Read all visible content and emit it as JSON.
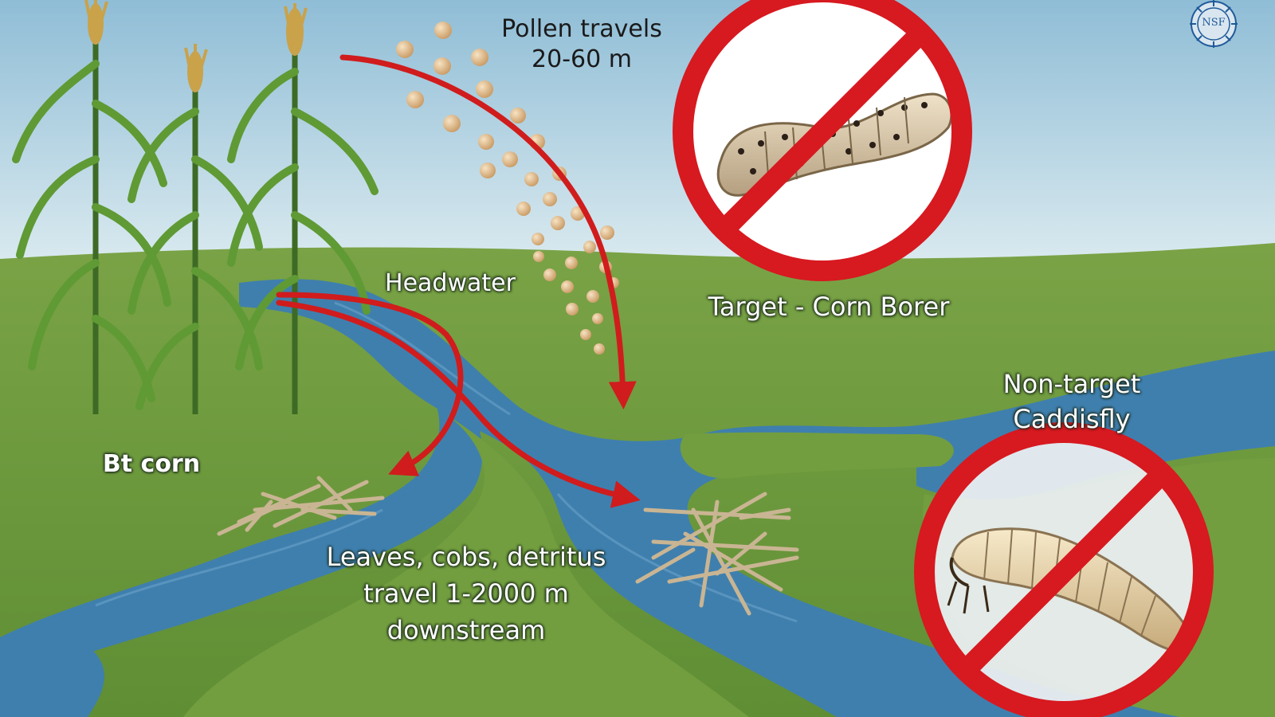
{
  "labels": {
    "pollen_line1": "Pollen travels",
    "pollen_line2": "20-60 m",
    "headwater": "Headwater",
    "target": "Target - Corn Borer",
    "nontarget_line1": "Non-target",
    "nontarget_line2": "Caddisfly",
    "bt_corn": "Bt corn",
    "leaves_line1": "Leaves, cobs, detritus",
    "leaves_line2": "travel 1-2000 m",
    "leaves_line3": "downstream"
  },
  "logo": {
    "text": "NSF"
  },
  "icons": [
    "corn-plant-icon",
    "pollen-icon",
    "arrow-icon",
    "corn-borer-larva-icon",
    "caddisfly-larva-icon",
    "prohibition-sign-icon",
    "detritus-pile-icon",
    "nsf-logo-icon"
  ],
  "colors": {
    "sky": "#a9cde0",
    "grass": "#6f9a3c",
    "water": "#3f7fae",
    "arrow": "#d01c1c",
    "prohibition": "#d71920",
    "pollen": "#e4c49a"
  }
}
